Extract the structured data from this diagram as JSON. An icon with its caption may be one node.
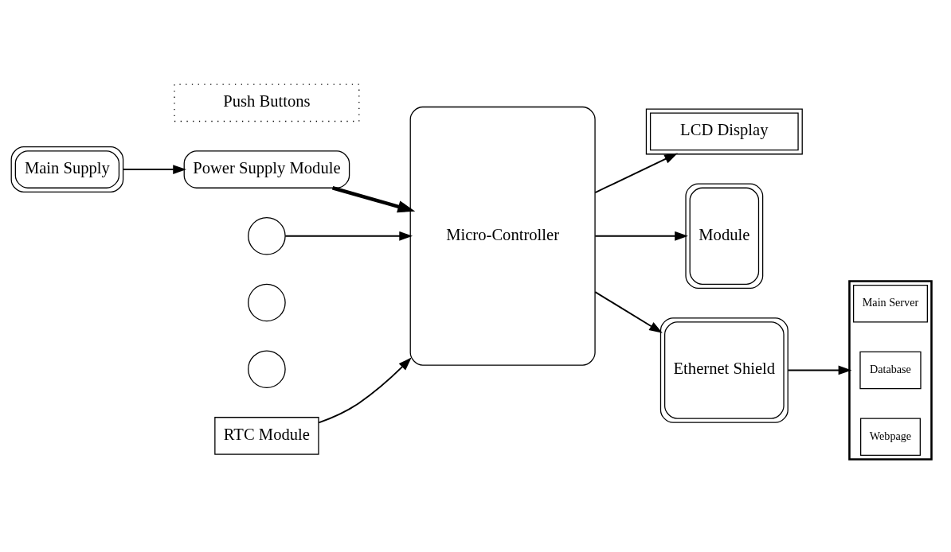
{
  "diagram": {
    "nodes": [
      {
        "text": [
          "Main Supply"
        ]
      },
      {
        "text": [
          "Power Supply Module"
        ]
      },
      {
        "text": [
          "Micro-Controller"
        ]
      },
      {
        "text": [
          "LCD Display"
        ]
      },
      {
        "text": [
          "Module"
        ]
      },
      {
        "text": [
          "Ethernet Shield"
        ]
      },
      {
        "text": [],
        "shape": "box"
      },
      {
        "text": [
          "Main Server"
        ],
        "in": 6
      },
      {
        "text": [
          "Database"
        ],
        "in": 6
      },
      {
        "text": [
          "Webpage"
        ],
        "in": 6
      },
      {
        "text": [
          "Push Buttons"
        ]
      },
      {
        "text": [],
        "shape": "circle"
      },
      {
        "text": [],
        "shape": "circle"
      },
      {
        "text": [],
        "shape": "circle"
      },
      {
        "text": [
          "RTC Module"
        ]
      }
    ],
    "edges": [
      {
        "from": 0,
        "to": 1,
        "arrow": "to"
      },
      {
        "from": 1,
        "to": 2,
        "arrow": "to",
        "style": "thick"
      },
      {
        "from": 2,
        "to": 3,
        "arrow": "to"
      },
      {
        "from": 2,
        "to": 4,
        "arrow": "to"
      },
      {
        "from": 2,
        "to": 5,
        "arrow": "to"
      },
      {
        "from": 5,
        "to": 6,
        "arrow": "to"
      },
      {
        "from": 11,
        "to": 2,
        "arrow": "to"
      },
      {
        "from": 14,
        "to": 2,
        "arrow": "to"
      }
    ]
  }
}
